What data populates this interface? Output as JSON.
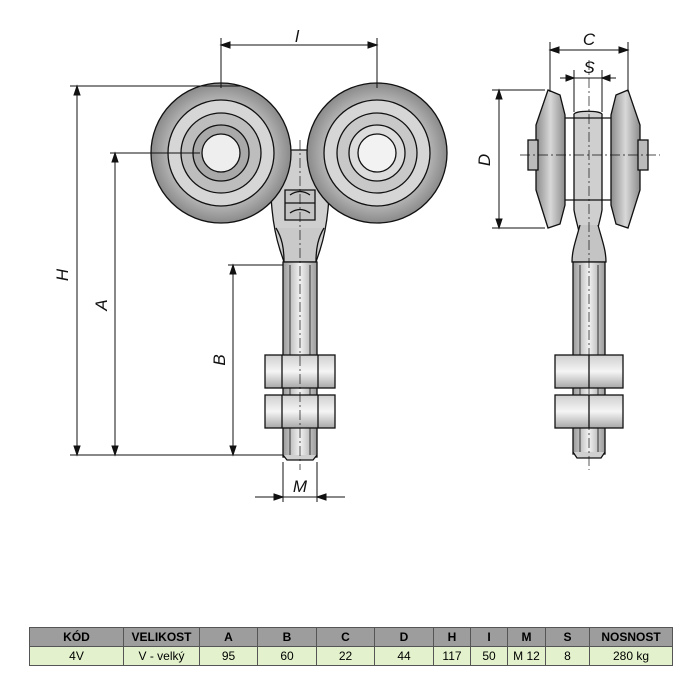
{
  "drawing": {
    "front_dim_labels": {
      "width": "l",
      "height": "H",
      "axis": "A",
      "shaft": "B",
      "thread": "M"
    },
    "side_dim_labels": {
      "overall": "C",
      "gap": "S",
      "diameter": "D"
    }
  },
  "table": {
    "headers": [
      "KÓD",
      "VELIKOST",
      "A",
      "B",
      "C",
      "D",
      "H",
      "I",
      "M",
      "S",
      "NOSNOST"
    ],
    "rows": [
      [
        "4V",
        "V - velký",
        "95",
        "60",
        "22",
        "44",
        "117",
        "50",
        "M 12",
        "8",
        "280 kg"
      ]
    ]
  }
}
